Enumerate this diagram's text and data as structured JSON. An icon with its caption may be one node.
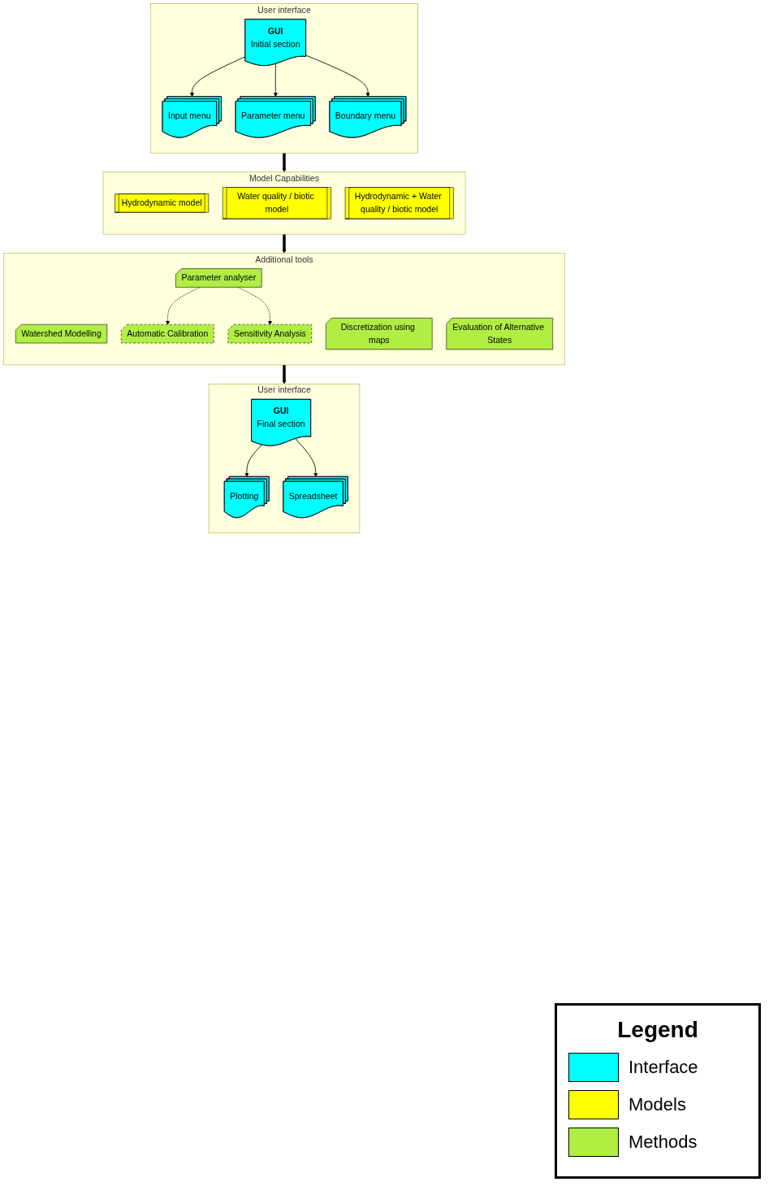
{
  "diagram": {
    "nodes": [
      {
        "text": [
          "User interface"
        ]
      },
      {
        "text": [
          "GUI",
          "Initial section"
        ],
        "in": 0
      },
      {
        "text": [
          "Input menu"
        ],
        "in": 0
      },
      {
        "text": [
          "Parameter menu"
        ],
        "in": 0
      },
      {
        "text": [
          "Boundary menu"
        ],
        "in": 0
      },
      {
        "text": [
          "Model Capabilities"
        ]
      },
      {
        "text": [
          "Hydrodynamic model"
        ],
        "in": 5
      },
      {
        "text": [
          "Water quality / biotic model"
        ],
        "in": 5
      },
      {
        "text": [
          "Hydrodynamic + Water quality / biotic model"
        ],
        "in": 5
      },
      {
        "text": [
          "Additional tools"
        ]
      },
      {
        "text": [
          "Watershed Modelling"
        ],
        "in": 9
      },
      {
        "text": [
          "Discretization using maps"
        ],
        "in": 9
      },
      {
        "text": [
          "Parameter analyser"
        ],
        "in": 9
      },
      {
        "text": [
          "Evaluation of Alternative States"
        ],
        "in": 9
      },
      {
        "text": [
          "Automatic Calibration"
        ],
        "in": 9
      },
      {
        "text": [
          "Sensitivity Analysis"
        ],
        "in": 9
      },
      {
        "text": [
          "User interface"
        ]
      },
      {
        "text": [
          "GUI",
          "Final section"
        ],
        "in": 16
      },
      {
        "text": [
          "Plotting"
        ],
        "in": 16
      },
      {
        "text": [
          "Spreadsheet"
        ],
        "in": 16
      }
    ],
    "edges": [
      {
        "from": 1,
        "to": 2,
        "arrow": "to"
      },
      {
        "from": 1,
        "to": 3,
        "arrow": "to"
      },
      {
        "from": 1,
        "to": 4,
        "arrow": "to"
      },
      {
        "from": 0,
        "to": 5,
        "arrow": "to",
        "style": "thick"
      },
      {
        "from": 5,
        "to": 9,
        "arrow": "to",
        "style": "thick"
      },
      {
        "from": 12,
        "to": 14,
        "arrow": "to",
        "style": "dashed"
      },
      {
        "from": 12,
        "to": 15,
        "arrow": "to",
        "style": "dashed"
      },
      {
        "from": 9,
        "to": 16,
        "arrow": "to",
        "style": "thick"
      },
      {
        "from": 17,
        "to": 18,
        "arrow": "to"
      },
      {
        "from": 17,
        "to": 19,
        "arrow": "to"
      }
    ],
    "labels": [
      "Legend"
    ],
    "legend": [
      {
        "text": "Interface",
        "color": "#00ffff"
      },
      {
        "text": "Models",
        "color": "#ffff00"
      },
      {
        "text": "Methods",
        "color": "#b0ee44"
      }
    ]
  }
}
